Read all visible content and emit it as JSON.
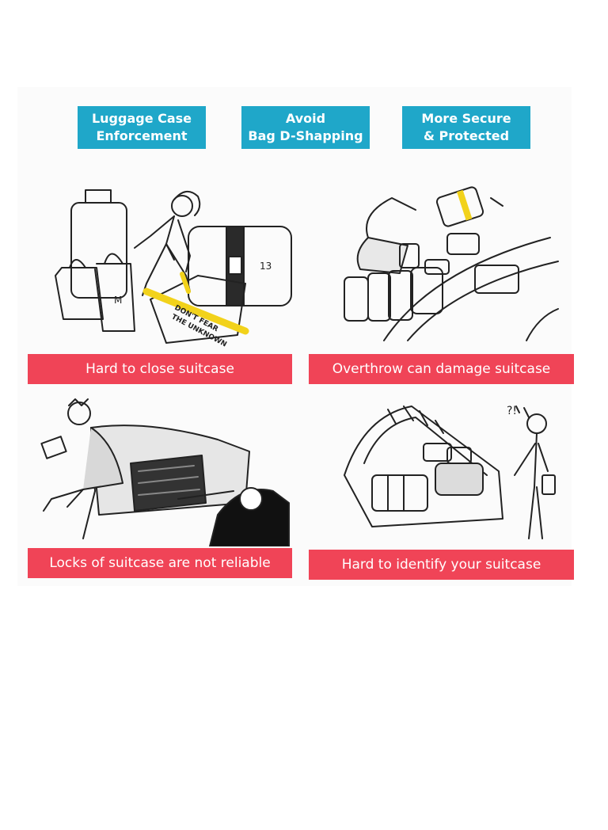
{
  "badges": [
    {
      "line1": "Luggage Case",
      "line2": "Enforcement"
    },
    {
      "line1": "Avoid",
      "line2": "Bag D-Shapping"
    },
    {
      "line1": "More Secure",
      "line2": "& Protected"
    }
  ],
  "captions": [
    "Hard to close suitcase",
    "Overthrow can damage suitcase",
    "Locks of suitcase are not reliable",
    "Hard to identify your suitcase"
  ],
  "strap_text": {
    "line1": "DON'T FEAR",
    "line2": "THE UNKNOWN"
  },
  "bag_letter": "M",
  "colors": {
    "badge": "#1fa7c9",
    "banner": "#f04457",
    "strap": "#f2d21b",
    "line": "#222222"
  }
}
